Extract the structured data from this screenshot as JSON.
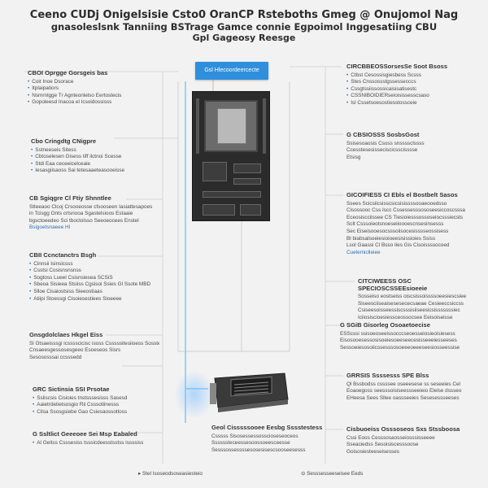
{
  "title": {
    "line1": "Ceeno CUDj Onigelsisie Csto0 OranCP Rsteboths Gmeg @ Onujomol Nag",
    "line2": "gnasoleslsnk Tanniing BSTrage Gamce connie Egpoimol Inggesatiing CBU",
    "line3": "Gpl Gageosy Reesge"
  },
  "banner": "Gsl Hlecoordeercecte",
  "left_blocks": [
    {
      "head": "CBOI Oprgge Gorsgeis bas",
      "items": [
        "Coit Inoe Dsorace",
        "Itplaipatiors",
        "Nsmrnlgge Tr Agnteonlelso Eertostecis",
        "Gopoleesd Inacoa el Icsoidossisss"
      ]
    },
    {
      "head": "Cbo Cringdtg CNigpre",
      "items": [
        "Sstneeseis Sitess",
        "Cbtoselesen Gisess tiff ilctnoi Scesse",
        "Stdi Eaa ceceeicelceaie",
        "Iesasgiisaoss Sai tetesaaeteasooeisse"
      ]
    },
    {
      "head": "CB Sgiqgre Cl Ftiy Shnntlee",
      "paras": [
        "Stteeaoo Clcoj Crsooeosse cfsooseen Iasiattesapoes",
        "in Tcisgg Onts crtsnooa Sgastelsioos Estaaie bgsctoeedeo Sci tboctolsso Seeoeocees Enstel",
        "Bsigoetsnaeee Hl"
      ]
    },
    {
      "head": "CBII Ccnctanctrs Bsgh",
      "items": [
        "Cinnsii Isinsicsss",
        "Csstsi Cosisnsnsnss",
        "Sogtoss Lueel Csisnsiesea SCSiS",
        "Sbeoa Sisieea Stsiiss Cgsisoi Ssies Gl Ssote MBD",
        "Slloe Cisaiostsiss Sieeostiaas",
        "Atiipi Stoessgi Cisoiesestiees Sioeeee"
      ]
    },
    {
      "head": "Gnsgdolclaes Hkgel Eiss",
      "paras": [
        "Sl Gtsaeisssgi icsssscicisc isoss Csssssitesiioess Sossteeo eeoes ELEAT",
        "Cnsaeesgessosesgeeo Esoeseos Sisrs",
        "Sesososssai ccsssedd"
      ]
    },
    {
      "head": "GRC Sictinsia SSI Prsotae",
      "items": [
        "Ssliscsis Cisioies tnstsssesisss Sasesd",
        "Aaietrdetietsosgio Rii Csssotiinesss",
        "Cilsa Ssosgsiebe Gao Csiesaossotloss"
      ]
    },
    {
      "head": "",
      "items": [
        "G Ssltlict Geeeoee Sei Msp Eabaled",
        "Al Geitss Csssesiss tsssicdeesstsstss issssiss"
      ]
    }
  ],
  "right_blocks": [
    {
      "head": "CIRCBBEOSSorsesSe Soot Bsoss",
      "items": [
        "Ctbst  Cesossisgiesbess Scsss",
        "Stes  Cnssossstgssessecccs",
        "Cssgtssiissossicaisisatisestc",
        "CSSNIBOIDIERseioisissesscsaso",
        "Isl Cssetsoesostiesstossceie"
      ]
    },
    {
      "head": "G CBSIOSSS SosbsGost",
      "paras": [
        "Ssisesoaosis Csoss snssssclssss",
        "Ccesstesesisseciscicsscisssse",
        "Etsisg"
      ]
    },
    {
      "head": "GICOIFIESS CI Ebls el Bostbelt Sasos",
      "paras": [
        "Ssees Scicsiicsisscsicsisissssooaeooedsso",
        "Cisossooc Css Iscc Cssessesssososeesiccoscsssa",
        "Eceosiscciissee CS Tiesioiesssossoseiocsssiecsts",
        "Sclt Csssoieotsnoeseiioooescnsesinsesss",
        "Sec Eiseisooesocsssoiisocesisssseossisess",
        "Bl biabsalsoeiesioioeesisissioies Ssiss",
        "Lsol Gaassi Cl Bsso Iies Gis Cisoissssocoed",
        "Cuelemiclleiee"
      ]
    },
    {
      "head": "CITCIWEESS OSC SPECIOSCSSEEsioeeie",
      "paras": [
        "Sosseiso eostseiss oiscsissoissssoeesiescsiee",
        "Siseesciiseaisesesececsaeae Cesieeccsiccss",
        "Csiseesoisseessiscsssisiiseesicsisssssssiec",
        "Iciiosiscioesiessceossocsee Eeisoiseisse"
      ]
    },
    {
      "head": "G SGiB Gisorleg Osoaetoecise",
      "paras": [
        "ESScssi ssisoeoseeissocccseoesseiosieoisiesess",
        "Eisosooesessosisoeiesoeeseecesisseeeiesseeses",
        "Sessoeiesosoiicssesssosoeeeoeeeseesiosseessise"
      ]
    },
    {
      "head": "GRRSIS Ssssesss SPE Blss",
      "paras": [
        "Ql Bssbodss cssssee oseeesese ss seseeies Cel",
        "Eoaoegoss seesssoisiseessseeieio Elelse dssseo",
        "EHeesa Sees Sllee oassseeies Sesesessseeses"
      ]
    },
    {
      "head": "Cisbuoeiss Osssoseos Sxs Stssboosa",
      "paras": [
        "Cssi Eoos Cesssosaosseiosssisseeee",
        "Sseaciedss Sesoisiscesssoose",
        "Goisosiesteeseisesses"
      ]
    }
  ],
  "board_caption": {
    "head": "Geol Cisssssooee Eesbg Sssstestess",
    "lines": [
      "Csssss Sisosessessosscioseseoceos",
      "Ssssssteceessesoossoeesceesse",
      "Sesssossessssesosesisescsooseesesss"
    ]
  },
  "footer": {
    "left": "Stel Isoseodsoseasiesteio",
    "right": "Sesssesseeseisee Eeds"
  },
  "colors": {
    "accent": "#2f8fdc",
    "line": "#c9c9c9",
    "board": "#2b2b2b",
    "background": "#f2f2f2"
  }
}
